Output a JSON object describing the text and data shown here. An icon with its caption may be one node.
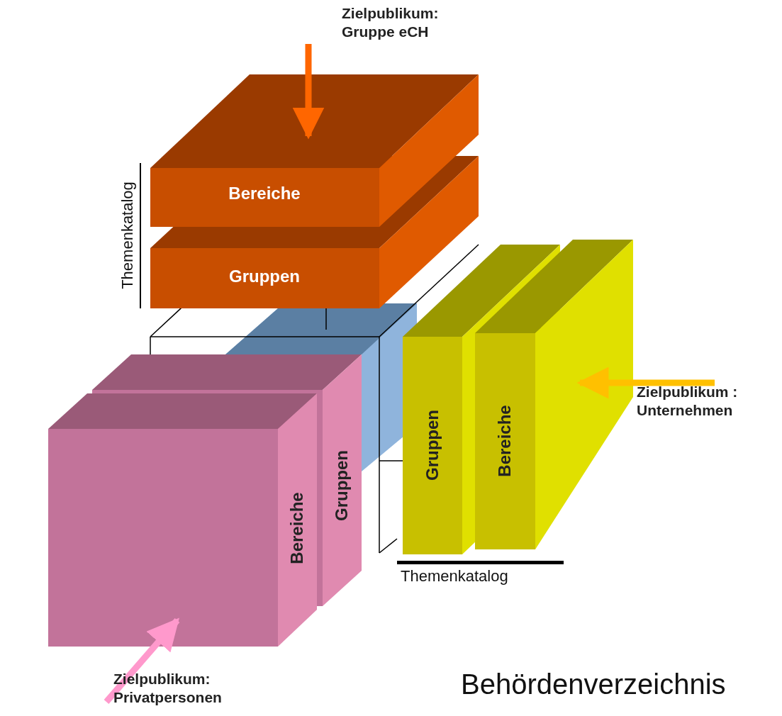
{
  "diagram": {
    "nodes": [
      {
        "text": [
          "Bereiche"
        ]
      },
      {
        "text": [
          "Gruppen"
        ]
      },
      {
        "text": [
          "Bereiche"
        ]
      },
      {
        "text": [
          "Gruppen"
        ]
      },
      {
        "text": [
          "Gruppen"
        ]
      },
      {
        "text": [
          "Bereiche"
        ]
      },
      {
        "text": [
          "Zielpublikum: Gruppe eCH"
        ]
      },
      {
        "text": [
          "Zielpublikum : Unternehmen"
        ]
      },
      {
        "text": [
          "Zielpublikum: Privatpersonen"
        ]
      }
    ],
    "edges": [
      {
        "from": 6,
        "to": 0,
        "arrow": "to",
        "color": "#ff6600"
      },
      {
        "from": 7,
        "to": 5,
        "arrow": "to",
        "color": "#ffc000"
      },
      {
        "from": 8,
        "to": 2,
        "arrow": "to",
        "color": "#ff99cc"
      }
    ],
    "labels": [
      "Themenkatalog",
      "Themenkatalog",
      "Behördenverzeichnis"
    ]
  }
}
